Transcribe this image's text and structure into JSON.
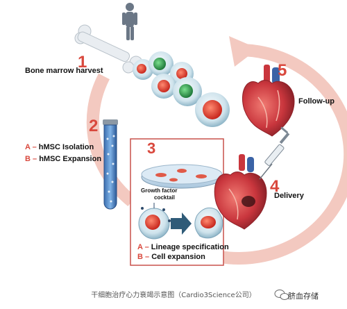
{
  "steps": {
    "step1": {
      "number": "1",
      "label": "Bone marrow harvest"
    },
    "step2": {
      "number": "2",
      "items": [
        {
          "letter": "A",
          "dash": "–",
          "text": "hMSC Isolation"
        },
        {
          "letter": "B",
          "dash": "–",
          "text": "hMSC Expansion"
        }
      ]
    },
    "step3": {
      "number": "3",
      "growth_label_line1": "Growth factor",
      "growth_label_line2": "cocktail",
      "items": [
        {
          "letter": "A",
          "dash": "–",
          "text": "Lineage specification"
        },
        {
          "letter": "B",
          "dash": "–",
          "text": "Cell expansion"
        }
      ]
    },
    "step4": {
      "number": "4",
      "label": "Delivery"
    },
    "step5": {
      "number": "5",
      "label": "Follow-up"
    }
  },
  "caption": "干细胞治疗心力衰竭示意图（Cardio3Science公司）",
  "brand": "脐血存储",
  "colors": {
    "accent": "#d9483d",
    "cycle_arrow": "#f3c9c0",
    "box_border": "#c8504a",
    "heart": "#c9363d",
    "cell_green": "#2d9a4e",
    "cell_red": "#e04030"
  }
}
